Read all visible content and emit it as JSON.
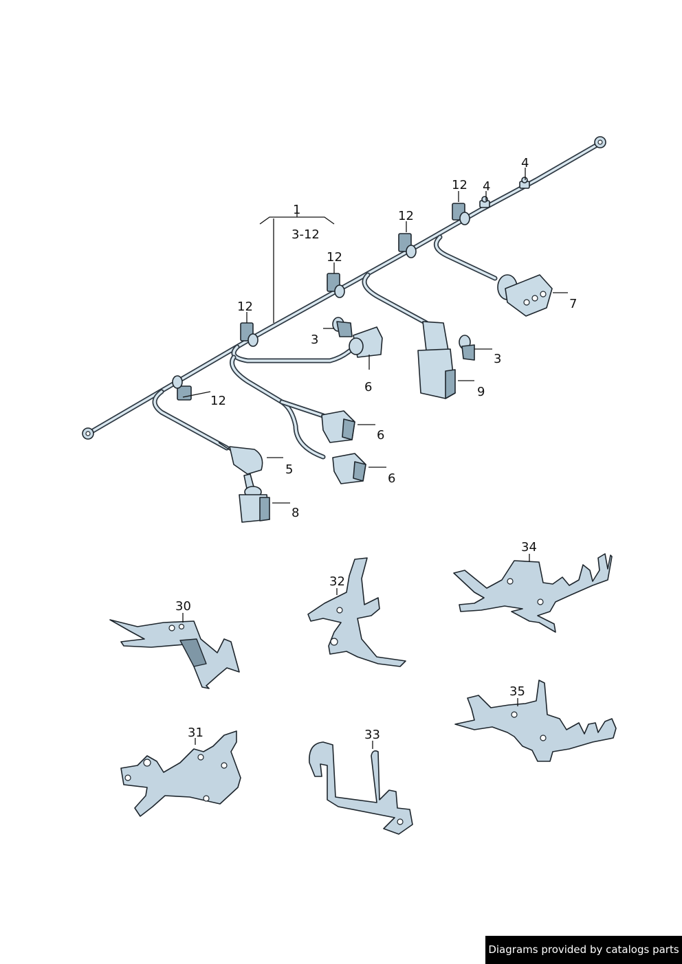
{
  "callouts": {
    "c1": "1",
    "c1_range": "3-12",
    "c3a": "3",
    "c3b": "3",
    "c4a": "4",
    "c4b": "4",
    "c5": "5",
    "c6a": "6",
    "c6b": "6",
    "c6c": "6",
    "c7": "7",
    "c8": "8",
    "c9": "9",
    "c12a": "12",
    "c12b": "12",
    "c12c": "12",
    "c12d": "12",
    "c12e": "12",
    "c30": "30",
    "c31": "31",
    "c32": "32",
    "c33": "33",
    "c34": "34",
    "c35": "35"
  },
  "footer": {
    "credit": "Diagrams provided by catalogs parts"
  }
}
